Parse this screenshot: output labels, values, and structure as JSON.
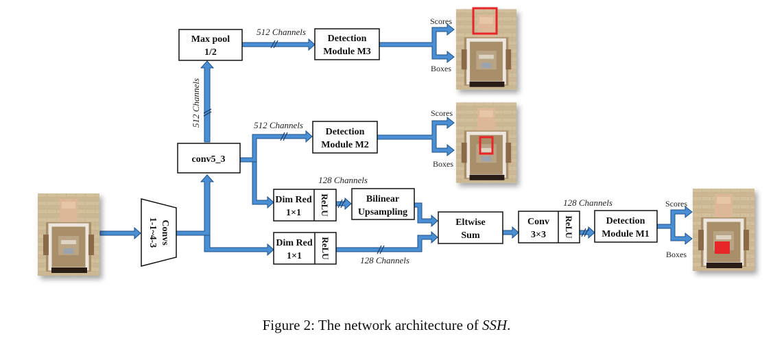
{
  "figure": {
    "caption_prefix": "Figure 2: The network architecture of ",
    "caption_emph": "SSH",
    "caption_suffix": ".",
    "colors": {
      "arrow": "#4a8fd4",
      "arrow_edge": "#1f4f86",
      "box_border": "#111111",
      "detection_red": "#e8262a"
    },
    "blocks": {
      "convs": {
        "line1": "Convs",
        "line2": "1-1~4-3"
      },
      "conv5_3": {
        "label": "conv5_3"
      },
      "maxpool": {
        "line1": "Max pool",
        "line2": "1/2"
      },
      "det_m3": {
        "line1": "Detection",
        "line2": "Module M3"
      },
      "det_m2": {
        "line1": "Detection",
        "line2": "Module M2"
      },
      "det_m1": {
        "line1": "Detection",
        "line2": "Module M1"
      },
      "dimred_top": {
        "line1": "Dim Red",
        "line2": "1×1",
        "relu": "ReLU"
      },
      "dimred_bottom": {
        "line1": "Dim Red",
        "line2": "1×1",
        "relu": "ReLU"
      },
      "bilinear": {
        "line1": "Bilinear",
        "line2": "Upsampling"
      },
      "eltwise": {
        "line1": "Eltwise",
        "line2": "Sum"
      },
      "conv3x3": {
        "line1": "Conv",
        "line2": "3×3",
        "relu": "ReLU"
      }
    },
    "channel_labels": {
      "maxpool_to_m3": "512 Channels",
      "conv5_to_maxpool": "512 Channels",
      "conv5_to_m2": "512 Channels",
      "dimred_to_bilinear": "128 Channels",
      "dimred_bottom_to_sum": "128 Channels",
      "conv3x3_to_m1": "128 Channels"
    },
    "outputs": {
      "m3": {
        "scores": "Scores",
        "boxes": "Boxes"
      },
      "m2": {
        "scores": "Scores",
        "boxes": "Boxes"
      },
      "m1": {
        "scores": "Scores",
        "boxes": "Boxes"
      }
    },
    "images": {
      "input": "input-photo",
      "out_m3": "output-photo-m3",
      "out_m2": "output-photo-m2",
      "out_m1": "output-photo-m1"
    }
  }
}
